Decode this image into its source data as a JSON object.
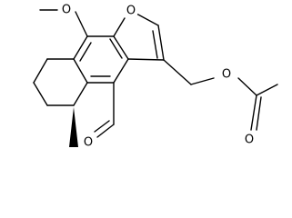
{
  "structure": {
    "atom_labels": {
      "methoxy_oxygen": "O",
      "furan_oxygen": "O",
      "ester_oxygen": "O",
      "carbonyl_oxygen": "O",
      "aldehyde_oxygen": "O"
    },
    "colors": {
      "bond": "#000000",
      "background": "#ffffff"
    }
  }
}
